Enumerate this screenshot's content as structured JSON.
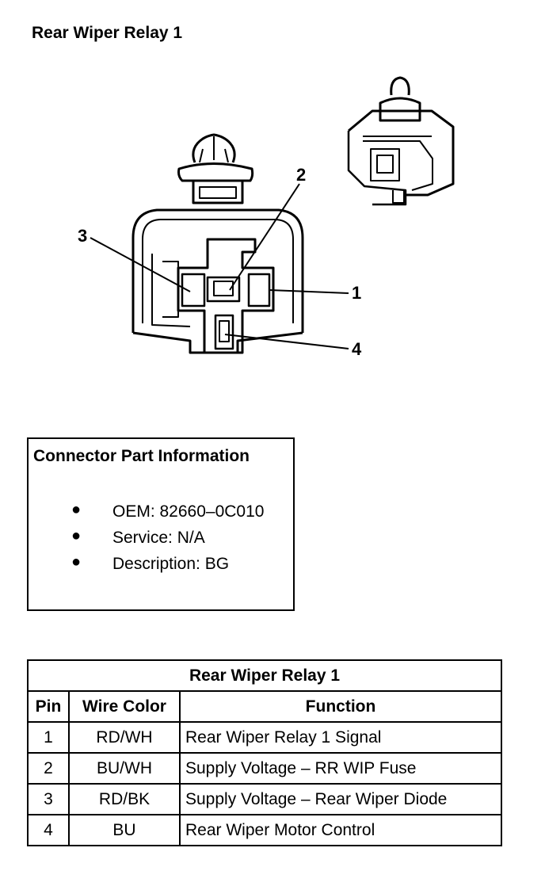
{
  "title": "Rear Wiper Relay 1",
  "pin_callouts": [
    "1",
    "2",
    "3",
    "4"
  ],
  "connector_info": {
    "heading": "Connector Part Information",
    "items": [
      "OEM: 82660–0C010",
      "Service: N/A",
      "Description: BG"
    ]
  },
  "pin_table": {
    "caption": "Rear Wiper Relay 1",
    "headers": [
      "Pin",
      "Wire Color",
      "Function"
    ],
    "rows": [
      [
        "1",
        "RD/WH",
        "Rear Wiper Relay 1 Signal"
      ],
      [
        "2",
        "BU/WH",
        "Supply Voltage – RR WIP Fuse"
      ],
      [
        "3",
        "RD/BK",
        "Supply Voltage – Rear Wiper Diode"
      ],
      [
        "4",
        "BU",
        "Rear Wiper Motor Control"
      ]
    ]
  }
}
